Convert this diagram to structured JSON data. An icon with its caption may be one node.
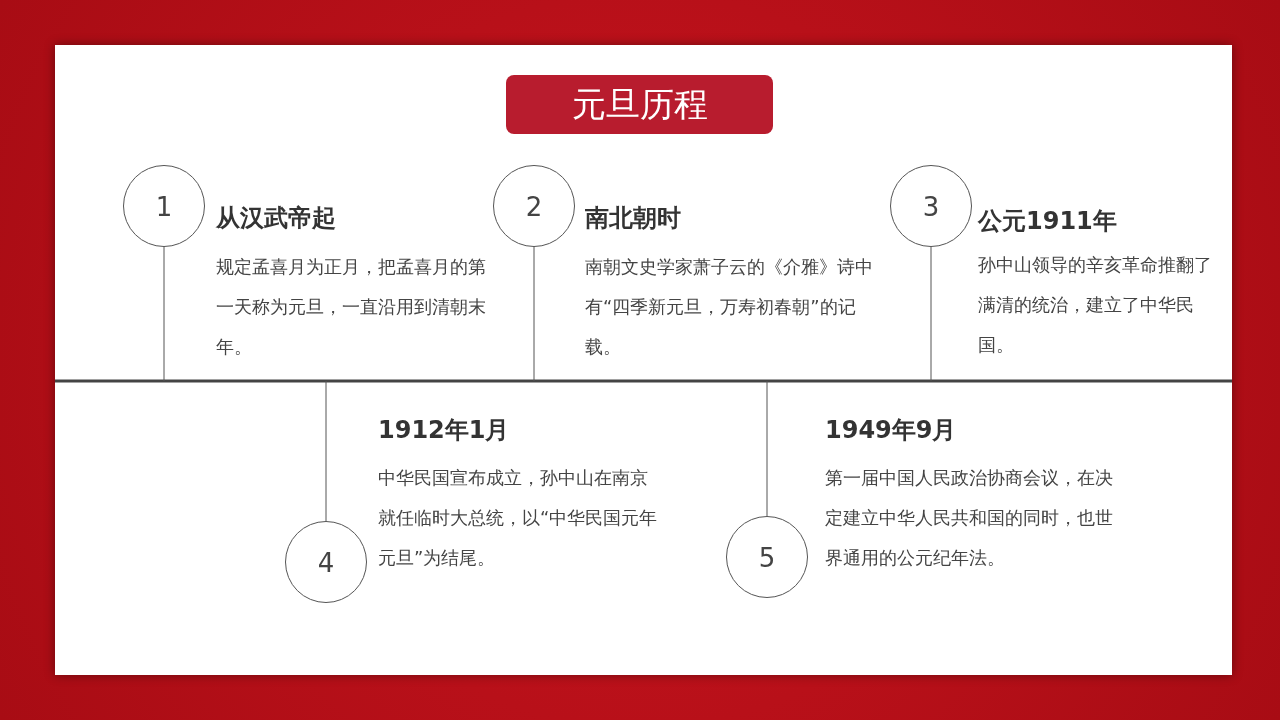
{
  "diagram": {
    "title": "元旦历程",
    "nodes": [
      {
        "text": [
          "1"
        ],
        "beside": [
          "从汉武帝起",
          "规定孟喜月为正月，把孟喜月的第一天称为元旦，一直沿用到清朝末年。"
        ]
      },
      {
        "text": [
          "2"
        ],
        "beside": [
          "南北朝时",
          "南朝文史学家萧子云的《介雅》诗中有“四季新元旦，万寿初春朝”的记载。"
        ]
      },
      {
        "text": [
          "3"
        ],
        "beside": [
          "公元1911年",
          "孙中山领导的辛亥革命推翻了满清的统治，建立了中华民国。"
        ]
      },
      {
        "text": [
          "4"
        ],
        "beside": [
          "1912年1月",
          "中华民国宣布成立，孙中山在南京就任临时大总统，以“中华民国元年元旦”为结尾。"
        ]
      },
      {
        "text": [
          "5"
        ],
        "beside": [
          "1949年9月",
          "第一届中国人民政治协商会议，在决定建立中华人民共和国的同时，也世界通用的公元纪年法。"
        ]
      }
    ],
    "edges": [
      {
        "from": 0,
        "to": null,
        "arrow": "none"
      },
      {
        "from": 1,
        "to": null,
        "arrow": "none"
      },
      {
        "from": 2,
        "to": null,
        "arrow": "none"
      },
      {
        "from": 3,
        "to": null,
        "arrow": "none"
      },
      {
        "from": 4,
        "to": null,
        "arrow": "none"
      }
    ]
  }
}
